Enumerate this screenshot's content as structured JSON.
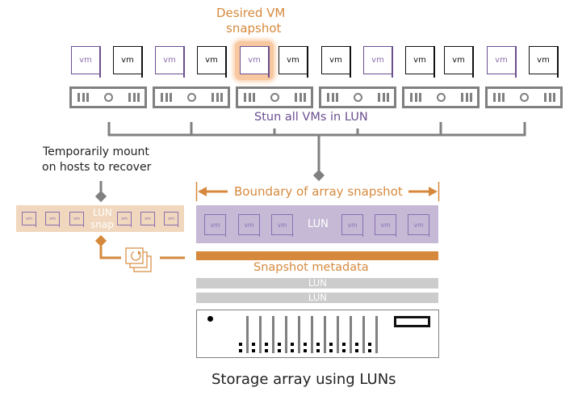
{
  "colors": {
    "orange": "#d6893d",
    "purple_text": "#6b4f8f",
    "lun_band": "#c5b9d6",
    "lun_snap_band": "#f0d7bd",
    "metadata_bar": "#d6893d",
    "gray_lun_bar": "#cccccc",
    "connector_gray": "#808080"
  },
  "labels": {
    "desired_vm_line1": "Desired  VM",
    "desired_vm_line2": "snapshot",
    "stun": "Stun all VMs in LUN",
    "mount_line1": "Temporarily mount",
    "mount_line2": "on hosts to recover",
    "boundary": "Boundary of array snapshot",
    "lun_snap_line1": "LUN",
    "lun_snap_line2": "snap",
    "lun_main": "LUN",
    "snapshot_metadata": "Snapshot metadata",
    "lun_bar_1": "LUN",
    "lun_bar_2": "LUN",
    "caption": "Storage array using LUNs"
  },
  "top_vms": [
    {
      "label": "vm",
      "style": "purple"
    },
    {
      "label": "vm",
      "style": "black"
    },
    {
      "label": "vm",
      "style": "purple"
    },
    {
      "label": "vm",
      "style": "black"
    },
    {
      "label": "vm",
      "style": "purple",
      "highlighted": true
    },
    {
      "label": "vm",
      "style": "black"
    },
    {
      "label": "vm",
      "style": "black"
    },
    {
      "label": "vm",
      "style": "purple"
    },
    {
      "label": "vm",
      "style": "black"
    },
    {
      "label": "vm",
      "style": "black"
    },
    {
      "label": "vm",
      "style": "purple"
    },
    {
      "label": "vm",
      "style": "black"
    }
  ],
  "host_count": 6,
  "lun_vms": [
    "vm",
    "vm",
    "vm",
    "vm",
    "vm",
    "vm"
  ],
  "lun_snap_vms": [
    "vm",
    "vm",
    "vm",
    "vm",
    "vm",
    "vm"
  ],
  "storage_array": {
    "drive_slots": 11
  },
  "icons": {
    "snapshot_stack": "snapshot-restore-icon",
    "power_led": "led-dot-icon",
    "display_panel": "display-panel-icon"
  }
}
